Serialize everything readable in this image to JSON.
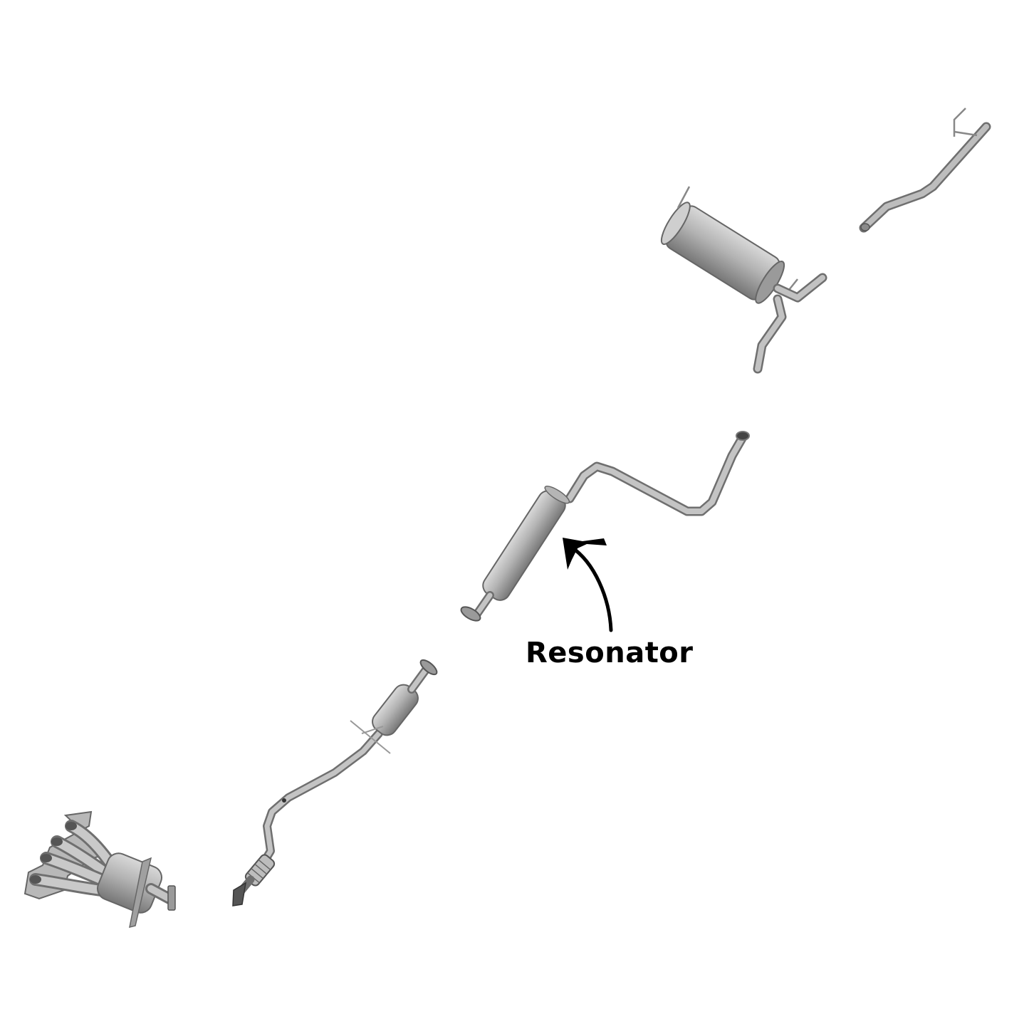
{
  "callout": {
    "label": "Resonator"
  },
  "colors": {
    "background": "#ffffff",
    "pipe_light": "#c9c9c9",
    "pipe_mid": "#a6a6a6",
    "pipe_dark": "#6f6f6f",
    "arrow": "#000000"
  },
  "parts": [
    {
      "name": "tail-pipe",
      "icon": "tailpipe-icon"
    },
    {
      "name": "muffler",
      "icon": "muffler-icon"
    },
    {
      "name": "resonator-pipe",
      "icon": "resonator-icon"
    },
    {
      "name": "catalytic-converter-pipe",
      "icon": "catalytic-converter-icon"
    },
    {
      "name": "exhaust-manifold",
      "icon": "manifold-icon"
    }
  ]
}
